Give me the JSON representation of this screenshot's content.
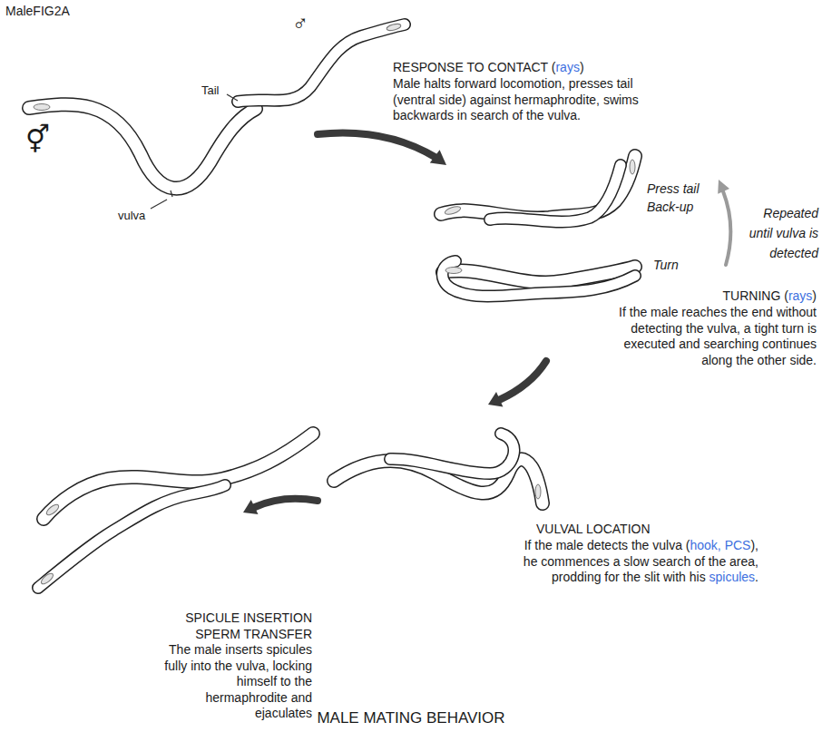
{
  "diagram": {
    "caption": "MALE MATING BEHAVIOR",
    "labels": [
      "MaleFIG2A",
      "♂",
      "Tail",
      "⚥",
      "vulva",
      "RESPONSE TO CONTACT (",
      "rays",
      ")",
      "Male halts forward locomotion, presses tail (ventral side) against hermaphrodite, swims backwards in search of the vulva.",
      "Press tail",
      "Back-up",
      "Repeated until vulva is detected",
      "Turn",
      "TURNING (",
      "rays",
      ")",
      "If the male reaches the end without detecting the vulva, a tight turn is executed and searching continues along the other side.",
      "VULVAL LOCATION",
      "If the male detects the vulva (",
      "hook, PCS",
      "), he commences a slow search of the area, prodding for the slit with his",
      "spicules",
      ".",
      "SPICULE INSERTION",
      "SPERM TRANSFER",
      "The male inserts spicules fully into the vulva, locking himself to the hermaphrodite and ejaculates"
    ]
  }
}
